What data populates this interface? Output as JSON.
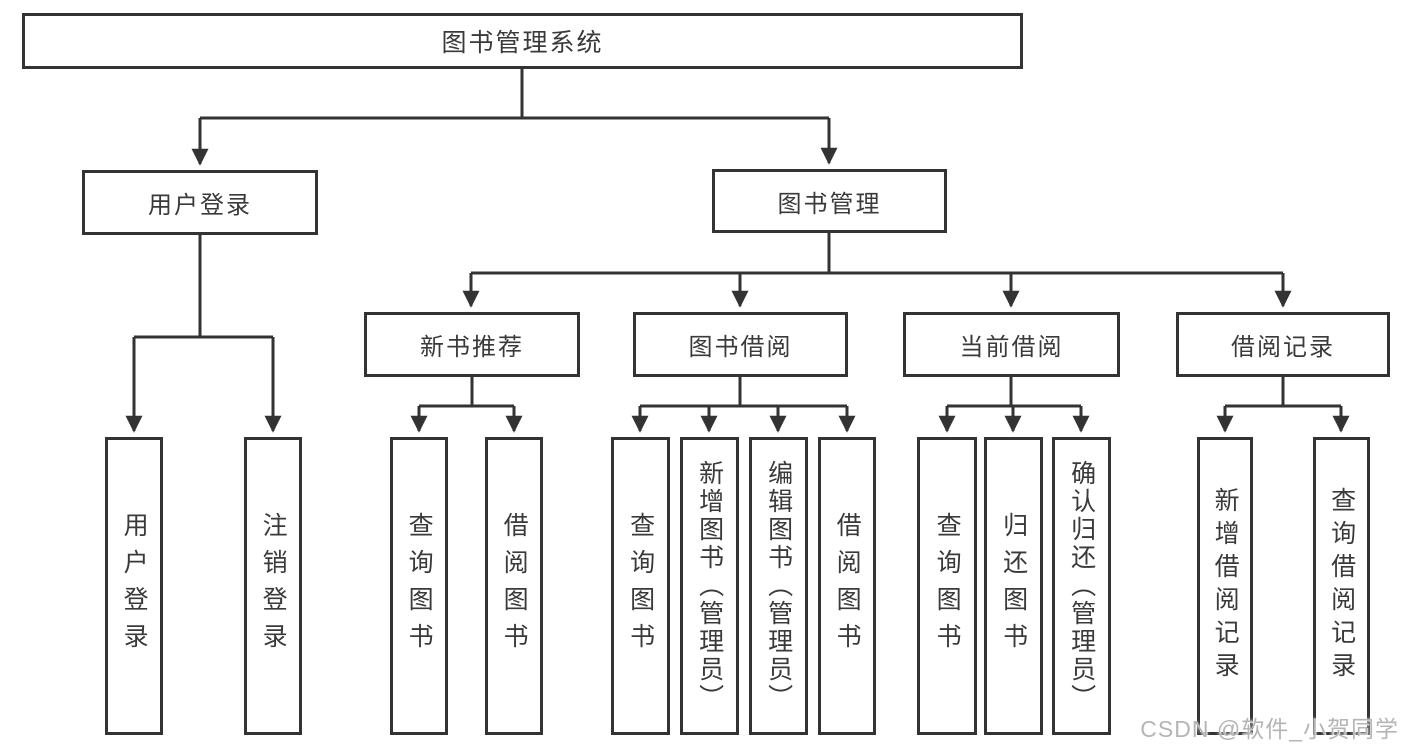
{
  "diagram": {
    "root": {
      "label": "图书管理系统"
    },
    "branches": [
      {
        "label": "用户登录",
        "children": [
          "用户登录",
          "注销登录"
        ]
      },
      {
        "label": "图书管理",
        "groups": [
          {
            "label": "新书推荐",
            "children": [
              "查询图书",
              "借阅图书"
            ]
          },
          {
            "label": "图书借阅",
            "children": [
              "查询图书",
              "新增图书（管理员）",
              "编辑图书（管理员）",
              "借阅图书"
            ]
          },
          {
            "label": "当前借阅",
            "children": [
              "查询图书",
              "归还图书",
              "确认归还（管理员）"
            ]
          },
          {
            "label": "借阅记录",
            "children": [
              "新增借阅记录",
              "查询借阅记录"
            ]
          }
        ]
      }
    ]
  },
  "watermark": {
    "text": "CSDN @软件_小贺同学"
  },
  "colors": {
    "line": "#333333",
    "box_border": "#333333",
    "box_fill": "#ffffff",
    "text": "#3a3a3a",
    "watermark": "#b5b5b5",
    "background": "#ffffff"
  }
}
